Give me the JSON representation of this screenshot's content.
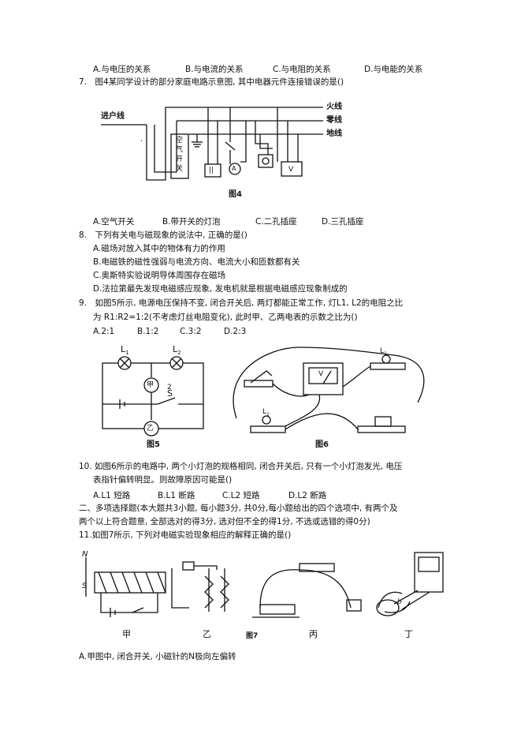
{
  "q6": {
    "options": [
      "A.与电压的关系",
      "B.与电流的关系",
      "C.与电阻的关系",
      "D.与电能的关系"
    ]
  },
  "q7": {
    "stem": "7.　图4某同学设计的部分家庭电路示意图, 其中电器元件连接错误的是()",
    "figure": {
      "caption": "图4",
      "entry_label": "进户线",
      "fire_label": "火线",
      "zero_label": "零线",
      "ground_label": "地线",
      "switch_label": [
        "空",
        "气",
        "开",
        "关"
      ],
      "socket2_symbol": "||",
      "bulb_symbol": "A",
      "triple_symbol": "V"
    },
    "options": [
      "A.空气开关",
      "B.带开关的灯泡",
      "C.二孔插座",
      "D.三孔插座"
    ]
  },
  "q8": {
    "stem": "8.　下列有关电与磁现象的说法中, 正确的是()",
    "options": [
      "A.磁场对放入其中的物体有力的作用",
      "B.电磁铁的磁性强弱与电流方向、电流大小和匝数都有关",
      "C.奥斯特实验说明导体周围存在磁场",
      "D.法拉第最先发现电磁感应现象, 发电机就是根据电磁感应现象制成的"
    ]
  },
  "q9": {
    "stem_line1": "9.　如图5所示, 电源电压保持不变, 闭合开关后, 两灯都能正常工作, 灯L1, L2的电阻之比",
    "stem_line2": "为 R1:R2=1:2(不考虑灯丝电阻变化), 此时甲、乙两电表的示数之比为()",
    "options": [
      "A.2:1",
      "B.1:2",
      "C.3:2",
      "D.2:3"
    ],
    "fig5": {
      "caption": "图5",
      "L1": "L",
      "L1_sub": "1",
      "L2": "L",
      "L2_sub": "2",
      "meter_jia": "甲",
      "meter_yi": "乙",
      "S": "S",
      "s_num": "2"
    },
    "fig6": {
      "caption": "图6",
      "L1": "L",
      "L1_sub": "1",
      "L2": "L",
      "L2_sub": "2",
      "meter_V": "V"
    }
  },
  "q10": {
    "stem_line1": "10. 如图6所示的电路中, 两个小灯泡的规格相同, 闭合开关后, 只有一个小灯泡发光, 电压",
    "stem_line2": "表指针偏转明显。则故障原因可能是()",
    "options": [
      "A.L1 短路",
      "B.L1 断路",
      "C.L2 短路",
      "D.L2 断路"
    ]
  },
  "section2": {
    "line1": "二、多项选择题(本大题共3小题, 每小题3分, 共0分,每小题给出的四个选项中, 有两个及",
    "line2": "两个以上符合题意, 全部选对的得3分, 选对但不全的得1分, 不选或选错的得0分)"
  },
  "q11": {
    "stem": "11.如图7所示, 下列对电磁实验现象相应的解释正确的是()",
    "labels": [
      "甲",
      "乙",
      "丙",
      "丁"
    ],
    "caption": "图7",
    "N": "N",
    "S": "S",
    "b": "b",
    "optA": "A.甲图中, 闭合开关, 小磁针的N极向左偏转"
  }
}
